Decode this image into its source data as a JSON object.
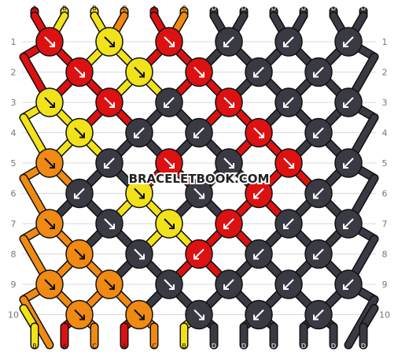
{
  "watermark": "BRACELETBOOK.COM",
  "row_numbers": [
    "1",
    "2",
    "3",
    "4",
    "5",
    "6",
    "7",
    "8",
    "9",
    "10"
  ],
  "colors": {
    "A": "#dd1111",
    "B": "#f2e21a",
    "C": "#f08a12",
    "D": "#3a3a44",
    "grid_line": "#d9d9d9",
    "label_text": "#777777",
    "knot_outline": "#111111"
  },
  "top_strings": [
    "A",
    "B",
    "B",
    "C",
    "A",
    "C",
    "D",
    "D",
    "D",
    "D",
    "D",
    "D"
  ],
  "bottom_strings": [
    "B",
    "A",
    "C",
    "A",
    "C",
    "B",
    "D",
    "D",
    "D",
    "D",
    "D",
    "D"
  ],
  "knots": [
    {
      "row": 1,
      "col": 1,
      "color": "A",
      "dir": "right"
    },
    {
      "row": 1,
      "col": 2,
      "color": "B",
      "dir": "right"
    },
    {
      "row": 1,
      "col": 3,
      "color": "A",
      "dir": "right"
    },
    {
      "row": 1,
      "col": 4,
      "color": "D",
      "dir": "left"
    },
    {
      "row": 1,
      "col": 5,
      "color": "D",
      "dir": "left"
    },
    {
      "row": 1,
      "col": 6,
      "color": "D",
      "dir": "left"
    },
    {
      "row": 2,
      "col": 1,
      "color": "A",
      "dir": "right"
    },
    {
      "row": 2,
      "col": 2,
      "color": "B",
      "dir": "right"
    },
    {
      "row": 2,
      "col": 3,
      "color": "A",
      "dir": "right"
    },
    {
      "row": 2,
      "col": 4,
      "color": "D",
      "dir": "left"
    },
    {
      "row": 2,
      "col": 5,
      "color": "D",
      "dir": "left"
    },
    {
      "row": 3,
      "col": 1,
      "color": "B",
      "dir": "right"
    },
    {
      "row": 3,
      "col": 2,
      "color": "A",
      "dir": "right"
    },
    {
      "row": 3,
      "col": 3,
      "color": "D",
      "dir": "left"
    },
    {
      "row": 3,
      "col": 4,
      "color": "A",
      "dir": "right"
    },
    {
      "row": 3,
      "col": 5,
      "color": "D",
      "dir": "left"
    },
    {
      "row": 3,
      "col": 6,
      "color": "D",
      "dir": "left"
    },
    {
      "row": 4,
      "col": 1,
      "color": "B",
      "dir": "right"
    },
    {
      "row": 4,
      "col": 2,
      "color": "D",
      "dir": "left"
    },
    {
      "row": 4,
      "col": 3,
      "color": "D",
      "dir": "left"
    },
    {
      "row": 4,
      "col": 4,
      "color": "A",
      "dir": "right"
    },
    {
      "row": 4,
      "col": 5,
      "color": "D",
      "dir": "left"
    },
    {
      "row": 5,
      "col": 1,
      "color": "C",
      "dir": "right"
    },
    {
      "row": 5,
      "col": 2,
      "color": "D",
      "dir": "left"
    },
    {
      "row": 5,
      "col": 3,
      "color": "A",
      "dir": "right"
    },
    {
      "row": 5,
      "col": 4,
      "color": "D",
      "dir": "right"
    },
    {
      "row": 5,
      "col": 5,
      "color": "A",
      "dir": "right"
    },
    {
      "row": 5,
      "col": 6,
      "color": "D",
      "dir": "left"
    },
    {
      "row": 6,
      "col": 1,
      "color": "D",
      "dir": "left"
    },
    {
      "row": 6,
      "col": 2,
      "color": "B",
      "dir": "right"
    },
    {
      "row": 6,
      "col": 3,
      "color": "D",
      "dir": "right"
    },
    {
      "row": 6,
      "col": 4,
      "color": "A",
      "dir": "left"
    },
    {
      "row": 6,
      "col": 5,
      "color": "D",
      "dir": "left"
    },
    {
      "row": 7,
      "col": 1,
      "color": "C",
      "dir": "right"
    },
    {
      "row": 7,
      "col": 2,
      "color": "D",
      "dir": "right"
    },
    {
      "row": 7,
      "col": 3,
      "color": "B",
      "dir": "right"
    },
    {
      "row": 7,
      "col": 4,
      "color": "A",
      "dir": "left"
    },
    {
      "row": 7,
      "col": 5,
      "color": "D",
      "dir": "left"
    },
    {
      "row": 7,
      "col": 6,
      "color": "D",
      "dir": "left"
    },
    {
      "row": 8,
      "col": 1,
      "color": "C",
      "dir": "right"
    },
    {
      "row": 8,
      "col": 2,
      "color": "D",
      "dir": "right"
    },
    {
      "row": 8,
      "col": 3,
      "color": "A",
      "dir": "left"
    },
    {
      "row": 8,
      "col": 4,
      "color": "D",
      "dir": "left"
    },
    {
      "row": 8,
      "col": 5,
      "color": "D",
      "dir": "left"
    },
    {
      "row": 9,
      "col": 1,
      "color": "C",
      "dir": "right"
    },
    {
      "row": 9,
      "col": 2,
      "color": "C",
      "dir": "right"
    },
    {
      "row": 9,
      "col": 3,
      "color": "D",
      "dir": "right"
    },
    {
      "row": 9,
      "col": 4,
      "color": "D",
      "dir": "left"
    },
    {
      "row": 9,
      "col": 5,
      "color": "D",
      "dir": "left"
    },
    {
      "row": 9,
      "col": 6,
      "color": "D",
      "dir": "left"
    },
    {
      "row": 10,
      "col": 1,
      "color": "C",
      "dir": "right"
    },
    {
      "row": 10,
      "col": 2,
      "color": "C",
      "dir": "right"
    },
    {
      "row": 10,
      "col": 3,
      "color": "D",
      "dir": "right"
    },
    {
      "row": 10,
      "col": 4,
      "color": "D",
      "dir": "left"
    },
    {
      "row": 10,
      "col": 5,
      "color": "D",
      "dir": "left"
    }
  ]
}
